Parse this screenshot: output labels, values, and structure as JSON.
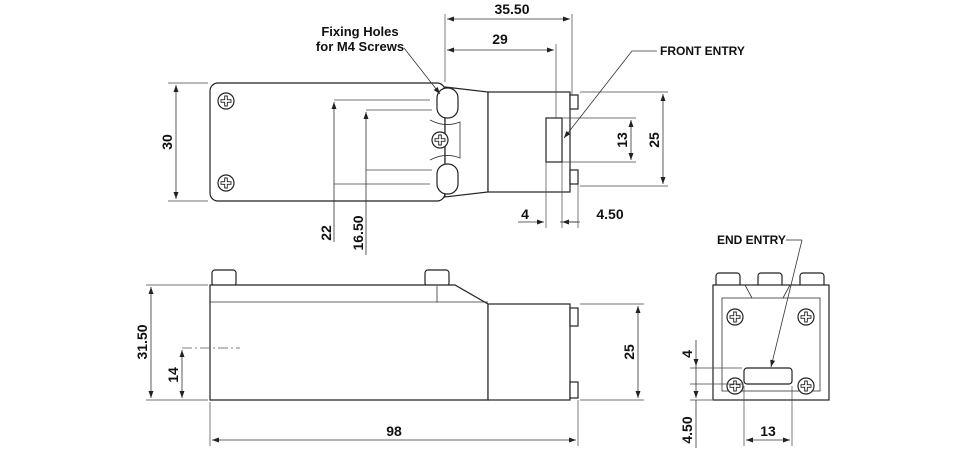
{
  "labels": {
    "fixing_holes_line1": "Fixing Holes",
    "fixing_holes_line2": "for M4 Screws",
    "front_entry": "FRONT ENTRY",
    "end_entry": "END ENTRY"
  },
  "dimensions": {
    "top_width_total": "35.50",
    "top_width_inner": "29",
    "top_height_30": "30",
    "top_height_25": "25",
    "top_height_13": "13",
    "top_22": "22",
    "top_16_50": "16.50",
    "top_4": "4",
    "top_4_50": "4.50",
    "side_31_50": "31.50",
    "side_14": "14",
    "side_25": "25",
    "side_98": "98",
    "end_4": "4",
    "end_4_50": "4.50",
    "end_13": "13"
  },
  "colors": {
    "line": "#222222",
    "text": "#111111",
    "background": "#ffffff"
  }
}
